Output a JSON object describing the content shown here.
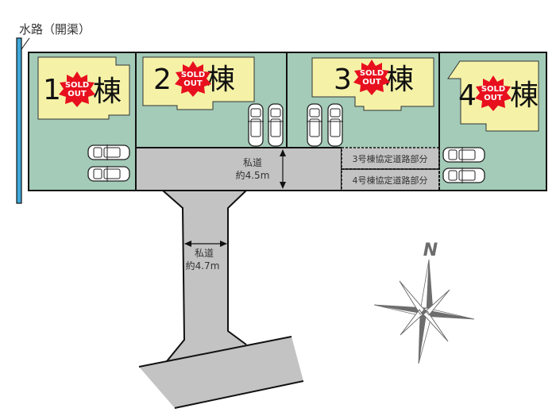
{
  "canal_label": "水路（開渠）",
  "lots": [
    {
      "number": "1",
      "suffix": "棟",
      "status": [
        "SOLD",
        "OUT"
      ]
    },
    {
      "number": "2",
      "suffix": "棟",
      "status": [
        "SOLD",
        "OUT"
      ]
    },
    {
      "number": "3",
      "suffix": "棟",
      "status": [
        "SOLD",
        "OUT"
      ]
    },
    {
      "number": "4",
      "suffix": "棟",
      "status": [
        "SOLD",
        "OUT"
      ]
    }
  ],
  "road_upper": {
    "line1": "私道",
    "line2": "約4.5m"
  },
  "road_stem": {
    "line1": "私道",
    "line2": "約4.7m"
  },
  "agreement_road_3": "3号棟協定道路部分",
  "agreement_road_4": "4号棟協定道路部分",
  "compass": "N",
  "colors": {
    "lot": "#a3cbb8",
    "house": "#f5f2a8",
    "road": "#c3c3c3",
    "sold": "#e8101e",
    "canal": "#3fa9dc",
    "compass": "#6d6d6d"
  }
}
